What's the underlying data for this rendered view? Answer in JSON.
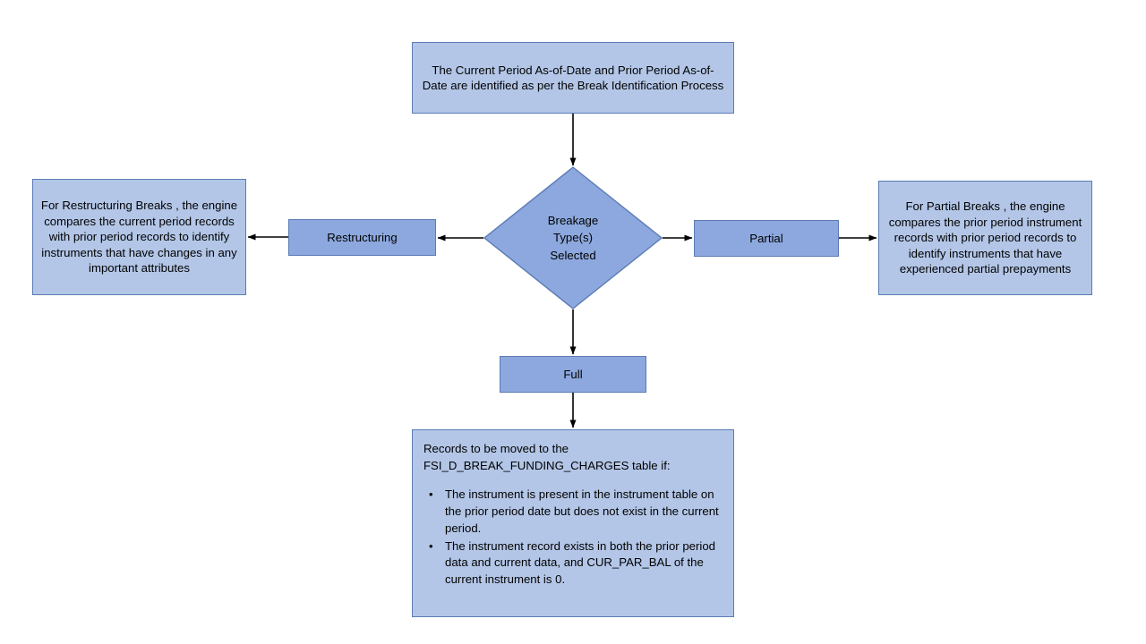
{
  "diagram": {
    "title": "Breakage Type Break Identification Flow",
    "colors": {
      "node_fill_light": "#B3C6E7",
      "node_fill_medium": "#8CA8DE",
      "node_border": "#5B7BB4",
      "connector": "#000000",
      "background": "#FFFFFF",
      "text": "#000000"
    },
    "nodes": {
      "top_process": {
        "label": "The Current Period As-of-Date and Prior Period As-of-Date are identified as per the Break Identification Process",
        "shape": "rectangle"
      },
      "decision": {
        "label": "Breakage\nType(s)\nSelected",
        "shape": "diamond"
      },
      "restructuring_branch": {
        "label": "Restructuring",
        "shape": "rectangle"
      },
      "partial_branch": {
        "label": "Partial",
        "shape": "rectangle"
      },
      "full_branch": {
        "label": "Full",
        "shape": "rectangle"
      },
      "restructuring_description": {
        "label": "For Restructuring Breaks , the engine compares the current period records with prior period records to identify instruments that have changes in any important attributes",
        "shape": "rectangle"
      },
      "partial_description": {
        "label": "For Partial Breaks , the engine compares the prior period instrument records with prior period records to identify instruments that have experienced partial prepayments",
        "shape": "rectangle"
      },
      "full_description": {
        "heading": "Records to be moved to the FSI_D_BREAK_FUNDING_CHARGES table if:",
        "bullets": [
          "The instrument is present in the instrument table on the prior period date but does not exist in the current period.",
          "The instrument record exists in both the prior period data and current data, and CUR_PAR_BAL of the current instrument is 0."
        ],
        "shape": "rectangle"
      }
    },
    "edges": [
      {
        "from": "top_process",
        "to": "decision",
        "direction": "down",
        "label": ""
      },
      {
        "from": "decision",
        "to": "restructuring_branch",
        "direction": "left",
        "label": ""
      },
      {
        "from": "restructuring_branch",
        "to": "restructuring_description",
        "direction": "left",
        "label": ""
      },
      {
        "from": "decision",
        "to": "partial_branch",
        "direction": "right",
        "label": ""
      },
      {
        "from": "partial_branch",
        "to": "partial_description",
        "direction": "right",
        "label": ""
      },
      {
        "from": "decision",
        "to": "full_branch",
        "direction": "down",
        "label": ""
      },
      {
        "from": "full_branch",
        "to": "full_description",
        "direction": "down",
        "label": ""
      }
    ]
  }
}
